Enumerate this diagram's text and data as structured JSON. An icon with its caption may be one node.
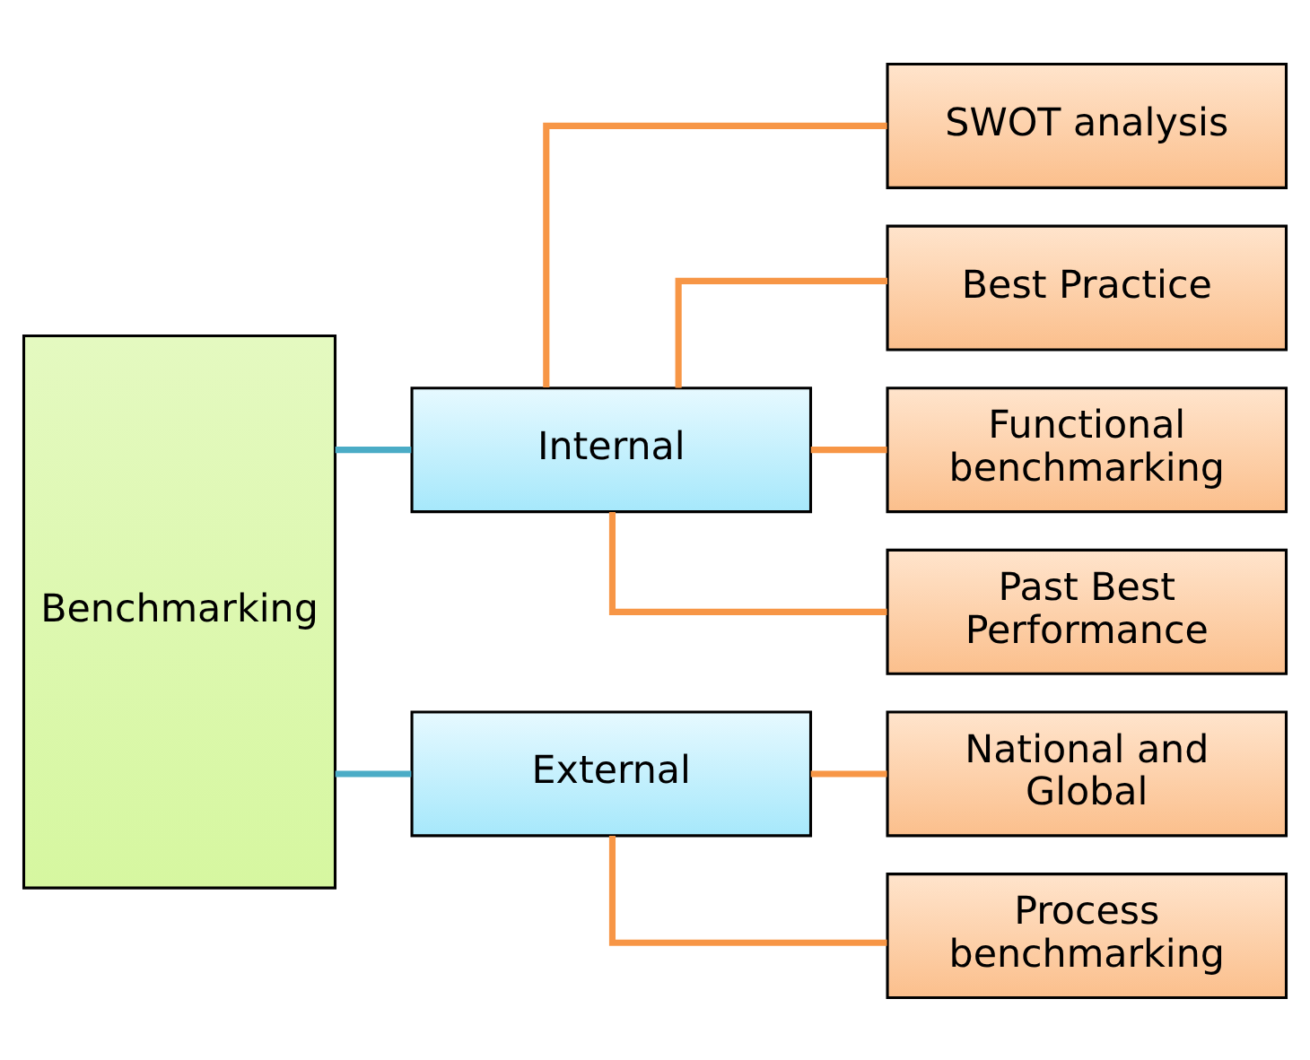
{
  "diagram": {
    "nodes": [
      {
        "text": [
          "Benchmarking"
        ]
      },
      {
        "text": [
          "Internal"
        ]
      },
      {
        "text": [
          "External"
        ]
      },
      {
        "text": [
          "SWOT analysis"
        ]
      },
      {
        "text": [
          "Best Practice"
        ]
      },
      {
        "text": [
          "Functional benchmarking"
        ]
      },
      {
        "text": [
          "Past Best Performance"
        ]
      },
      {
        "text": [
          "National and Global"
        ]
      },
      {
        "text": [
          "Process benchmarking"
        ]
      }
    ],
    "edges": [
      {
        "from": 0,
        "to": 1,
        "arrow": "none",
        "color": "#4bacc6"
      },
      {
        "from": 0,
        "to": 2,
        "arrow": "none",
        "color": "#4bacc6"
      },
      {
        "from": 1,
        "to": 3,
        "arrow": "none"
      },
      {
        "from": 1,
        "to": 4,
        "arrow": "none"
      },
      {
        "from": 1,
        "to": 5,
        "arrow": "none"
      },
      {
        "from": 1,
        "to": 6,
        "arrow": "none"
      },
      {
        "from": 2,
        "to": 7,
        "arrow": "none"
      },
      {
        "from": 2,
        "to": 8,
        "arrow": "none"
      }
    ]
  }
}
